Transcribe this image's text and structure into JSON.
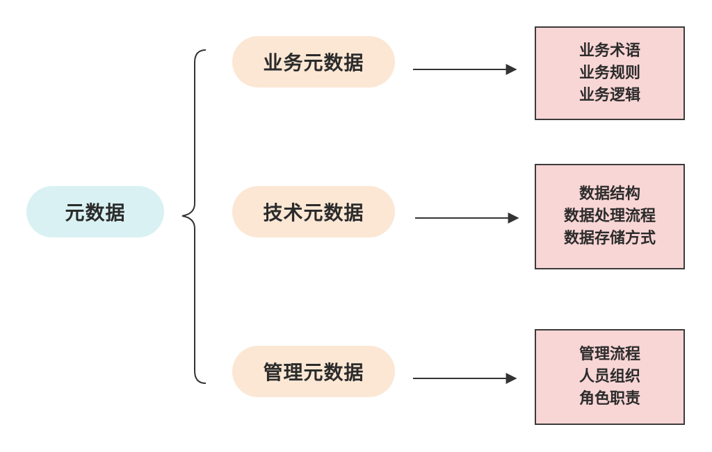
{
  "root": {
    "label": "元数据"
  },
  "categories": [
    {
      "label": "业务元数据",
      "items": [
        "业务术语",
        "业务规则",
        "业务逻辑"
      ]
    },
    {
      "label": "技术元数据",
      "items": [
        "数据结构",
        "数据处理流程",
        "数据存储方式"
      ]
    },
    {
      "label": "管理元数据",
      "items": [
        "管理流程",
        "人员组织",
        "角色职责"
      ]
    }
  ]
}
